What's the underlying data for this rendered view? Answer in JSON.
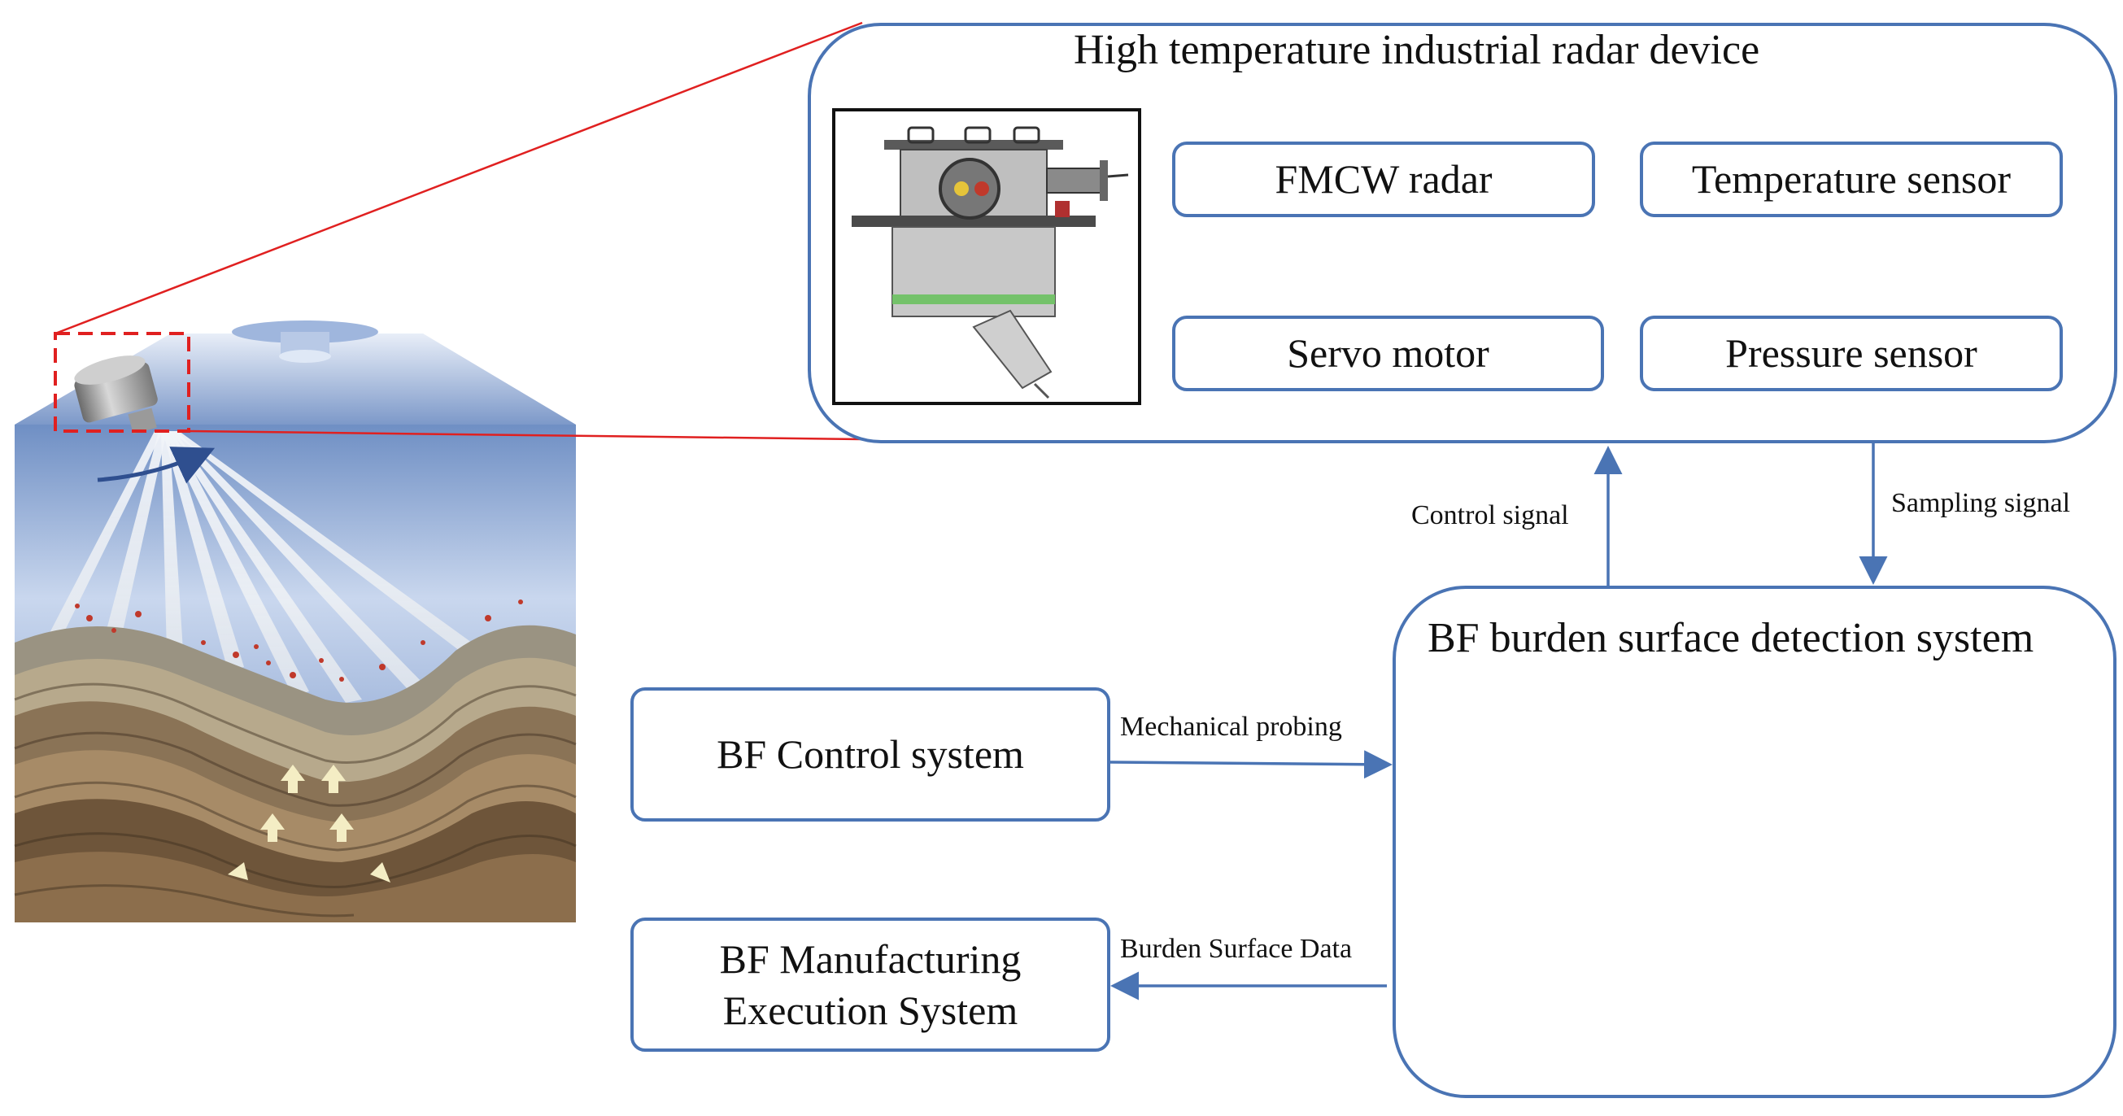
{
  "radar_device": {
    "title": "High temperature industrial radar device",
    "components": [
      "FMCW radar",
      "Temperature sensor",
      "Servo motor",
      "Pressure sensor"
    ]
  },
  "detection_system": {
    "title": "BF burden surface detection system"
  },
  "control_system": {
    "label": "BF Control system"
  },
  "mes": {
    "label": "BF Manufacturing Execution System",
    "line1": "BF Manufacturing",
    "line2": "Execution System"
  },
  "signals": {
    "control": "Control signal",
    "sampling": "Sampling signal",
    "mechanical": "Mechanical probing",
    "burden_data": "Burden Surface Data"
  },
  "colors": {
    "box_border": "#4a74b4",
    "arrow": "#4a74b4",
    "zoom_line": "#e02020",
    "grid_light": "#e2efda",
    "grid_mid": "#c6e0b4",
    "grid_dark": "#72a047",
    "signal": "#4a9fd4"
  }
}
